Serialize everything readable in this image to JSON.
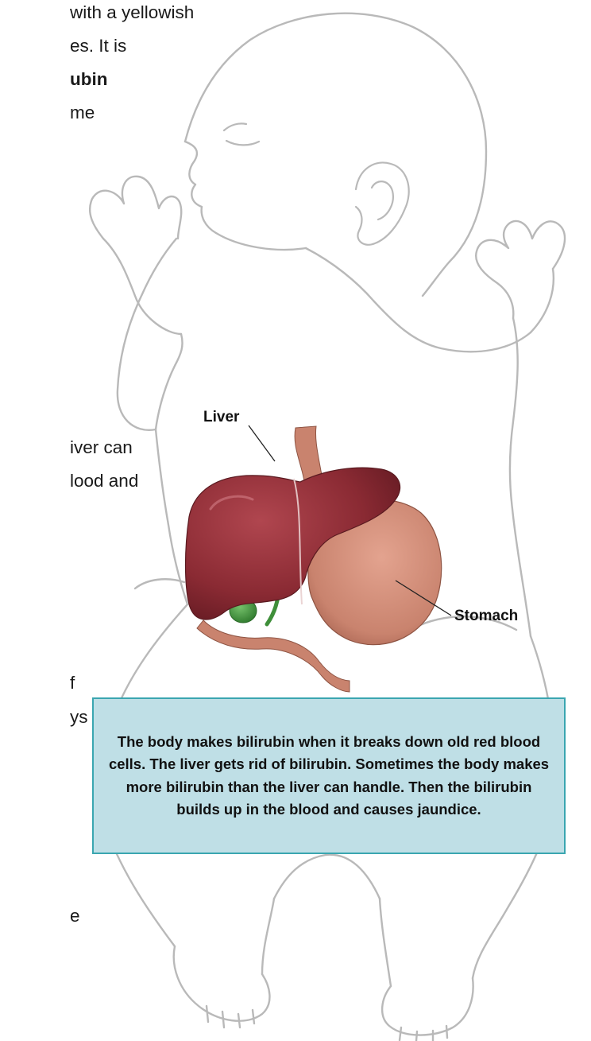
{
  "page_text": {
    "fragments": [
      {
        "id": "p1-l1",
        "text": "with a yellowish",
        "bold": false
      },
      {
        "id": "p1-l2",
        "text": "es. It is",
        "bold": false
      },
      {
        "id": "p1-l3",
        "text": "ubin",
        "bold": true
      },
      {
        "id": "p1-l4",
        "text": "me",
        "bold": false
      },
      {
        "id": "p2-l1",
        "text": "iver can",
        "bold": false
      },
      {
        "id": "p2-l2",
        "text": "lood and",
        "bold": false
      },
      {
        "id": "p3-l1",
        "text": "f",
        "bold": false
      },
      {
        "id": "p3-l2",
        "text": "ys",
        "bold": false
      },
      {
        "id": "p4-l1",
        "text": "e",
        "bold": false
      }
    ]
  },
  "illustration": {
    "labels": {
      "liver": "Liver",
      "stomach": "Stomach"
    },
    "colors": {
      "outline": "#b9b9b9",
      "liver": "#8a2a33",
      "stomach": "#c9836e",
      "gallbladder": "#3f8f3a",
      "callout_fill": "#bfdfe6",
      "callout_border": "#3aa6b0"
    }
  },
  "callout": {
    "text": "The body makes bilirubin when it breaks down old red blood cells. The liver gets rid of bilirubin. Sometimes the body makes more bilirubin than the liver can handle. Then the bilirubin builds up in the blood and causes jaundice."
  }
}
